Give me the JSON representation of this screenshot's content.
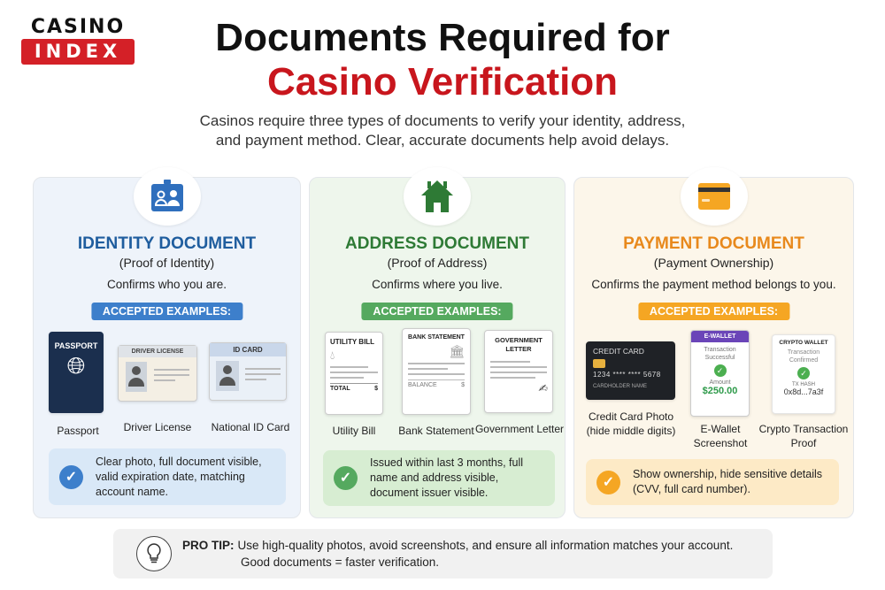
{
  "logo": {
    "top": "CASINO",
    "bottom": "INDEX"
  },
  "header": {
    "title_line1": "Documents Required for",
    "title_line2": "Casino Verification",
    "subtitle_line1": "Casinos require three types of documents to verify your identity, address,",
    "subtitle_line2": "and payment method. Clear, accurate documents help avoid delays."
  },
  "cards": [
    {
      "title": "IDENTITY DOCUMENT",
      "subtitle": "(Proof of Identity)",
      "description": "Confirms who you are.",
      "badge": "ACCEPTED EXAMPLES:",
      "color": "#1f5d9e",
      "badge_color": "#3d7fcb",
      "icon": "id-badge-icon",
      "examples": [
        {
          "label": "Passport",
          "card_text": "PASSPORT"
        },
        {
          "label": "Driver License",
          "card_text": "DRIVER LICENSE"
        },
        {
          "label": "National ID Card",
          "card_text": "ID CARD"
        }
      ],
      "note": "Clear photo, full document visible, valid expiration date, matching account name."
    },
    {
      "title": "ADDRESS DOCUMENT",
      "subtitle": "(Proof of Address)",
      "description": "Confirms where you live.",
      "badge": "ACCEPTED EXAMPLES:",
      "color": "#2e7a35",
      "badge_color": "#55a95f",
      "icon": "house-icon",
      "examples": [
        {
          "label": "Utility Bill",
          "card_text": "UTILITY BILL",
          "footer": "TOTAL",
          "footer_value": "$"
        },
        {
          "label": "Bank Statement",
          "card_text": "BANK STATEMENT",
          "footer": "BALANCE",
          "footer_value": "$"
        },
        {
          "label": "Government Letter",
          "card_text": "GOVERNMENT LETTER"
        }
      ],
      "note": "Issued within last 3 months, full name and address visible, document issuer visible."
    },
    {
      "title": "PAYMENT DOCUMENT",
      "subtitle": "(Payment Ownership)",
      "description": "Confirms the payment method belongs to you.",
      "badge": "ACCEPTED EXAMPLES:",
      "color": "#e8891c",
      "badge_color": "#f5a623",
      "icon": "credit-card-icon",
      "examples": [
        {
          "label": "Credit Card Photo (hide middle digits)",
          "card_text": "CREDIT CARD",
          "number": "1234 **** **** 5678",
          "holder": "CARDHOLDER NAME"
        },
        {
          "label": "E-Wallet Screenshot",
          "card_text": "E-WALLET",
          "status": "Transaction Successful",
          "amount_label": "Amount",
          "amount": "$250.00"
        },
        {
          "label": "Crypto Transaction Proof",
          "card_text": "CRYPTO WALLET",
          "status": "Transaction Confirmed",
          "hash_label": "TX HASH",
          "hash": "0x8d...7a3f"
        }
      ],
      "note": "Show ownership, hide sensitive details (CVV, full card number)."
    }
  ],
  "tip": {
    "label": "PRO TIP:",
    "line1": "Use high-quality photos, avoid screenshots, and ensure all information matches your account.",
    "line2": "Good documents = faster verification."
  }
}
